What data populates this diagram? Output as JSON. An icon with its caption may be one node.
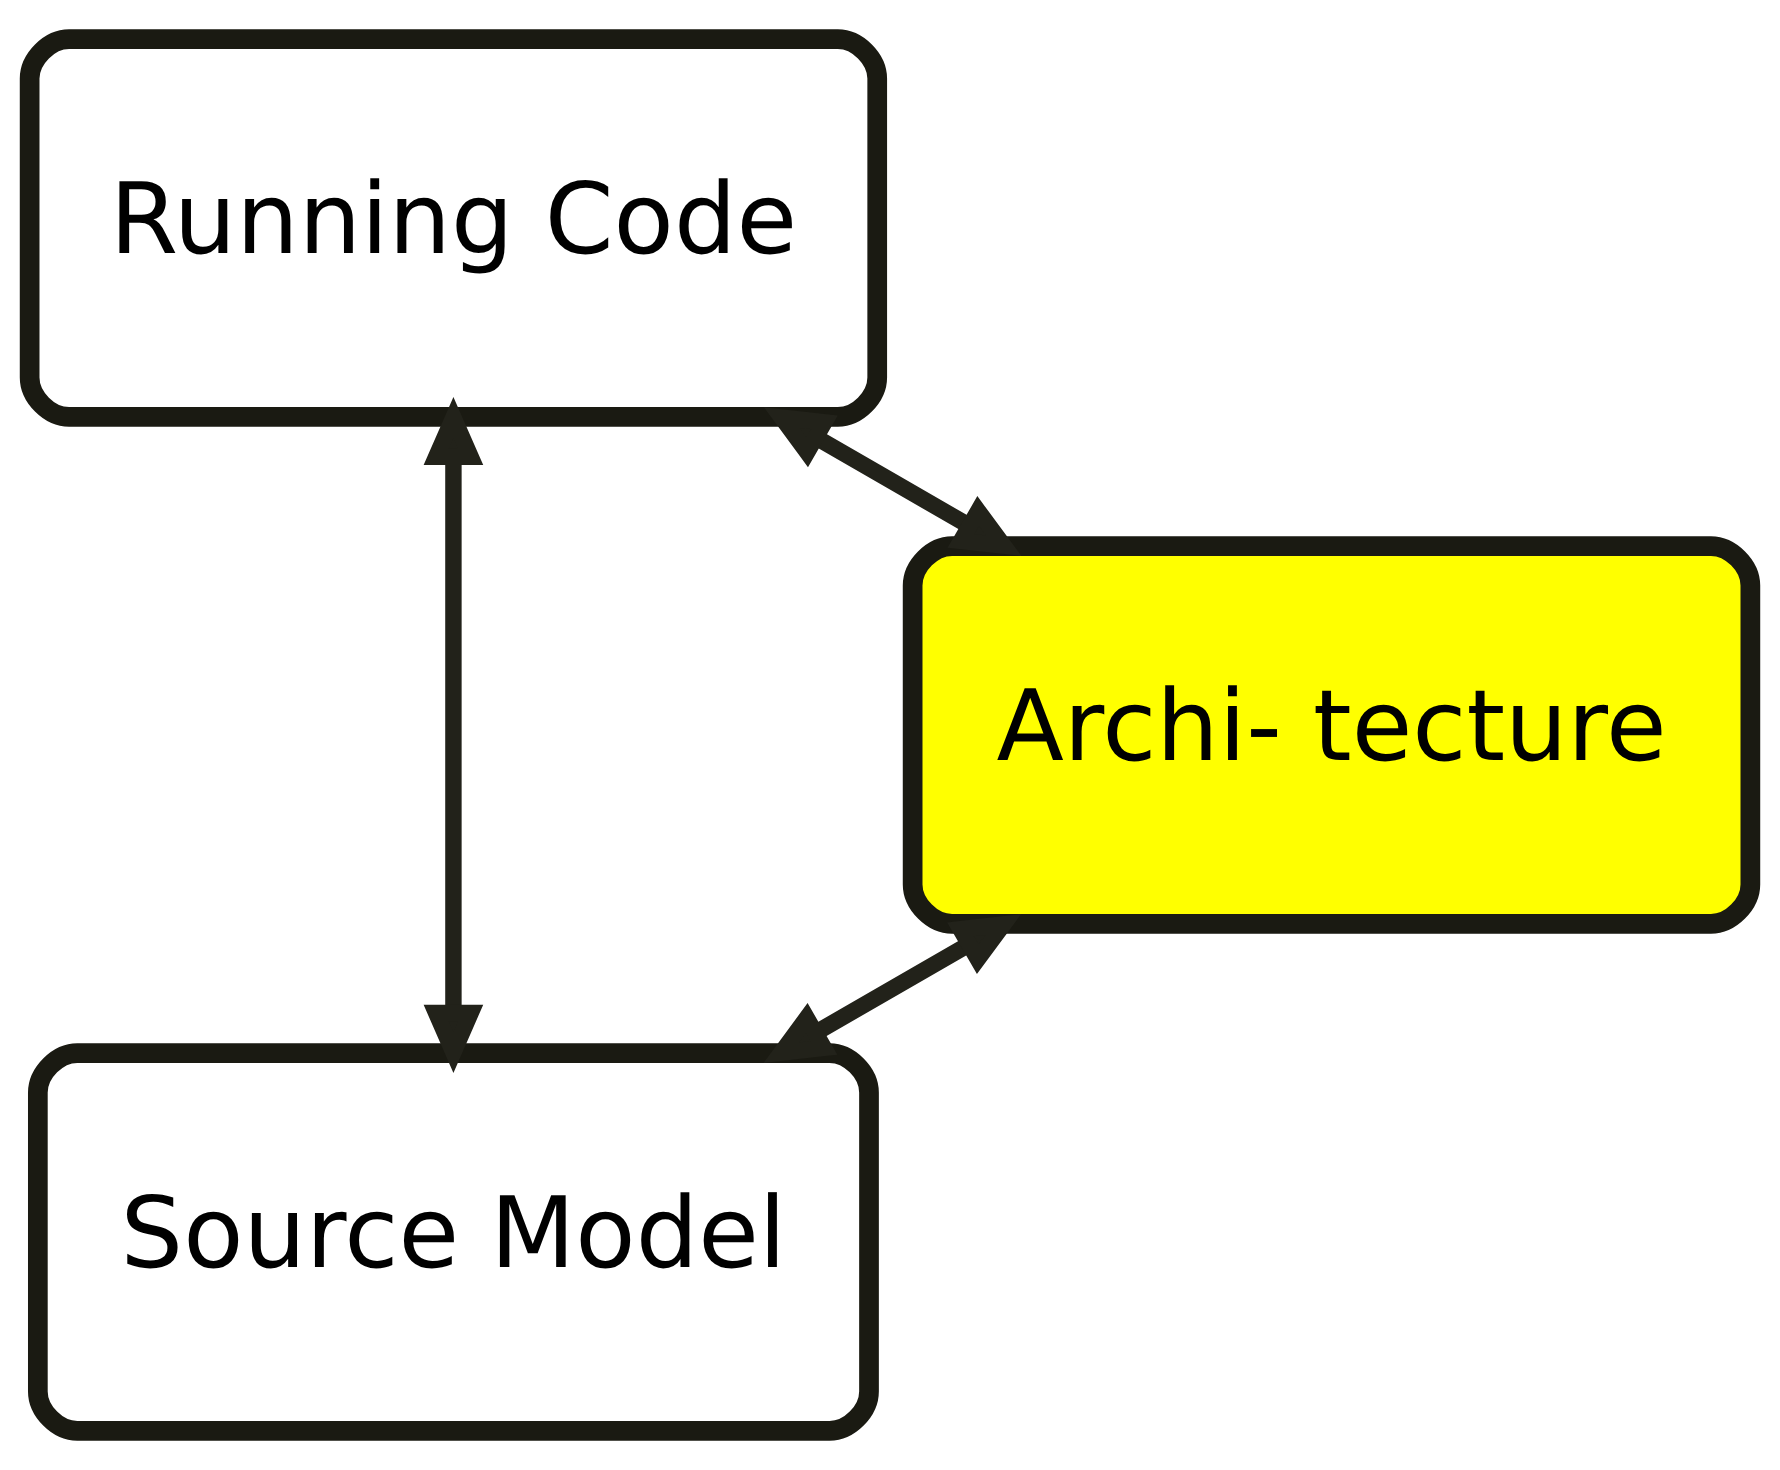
{
  "diagram": {
    "nodes": [
      {
        "text": [
          "Source Model"
        ]
      },
      {
        "text": [
          "Running Code"
        ]
      },
      {
        "text": [
          "Archi- tecture"
        ]
      }
    ],
    "edges": [
      {
        "from": 0,
        "to": 1,
        "arrow": "both"
      },
      {
        "from": 1,
        "to": 2,
        "arrow": "both"
      },
      {
        "from": 2,
        "to": 0,
        "arrow": "both"
      }
    ]
  }
}
